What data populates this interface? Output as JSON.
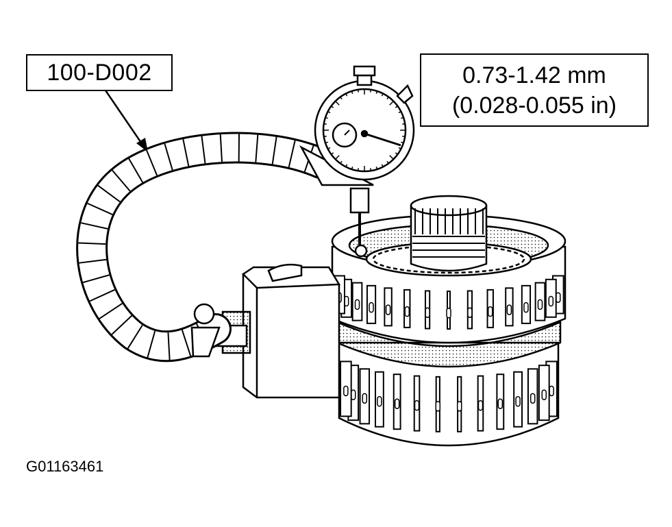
{
  "tool_label": "100-D002",
  "specification": {
    "metric": "0.73-1.42 mm",
    "imperial": "(0.028-0.055 in)"
  },
  "figure_id": "G01163461",
  "icons": {
    "dial_indicator": "dial-indicator-icon",
    "flexible_arm": "flexible-arm-icon",
    "magnetic_base": "magnetic-base-icon",
    "clutch_assembly": "clutch-pack-icon"
  },
  "colors": {
    "ink": "#000000",
    "paper": "#ffffff"
  }
}
